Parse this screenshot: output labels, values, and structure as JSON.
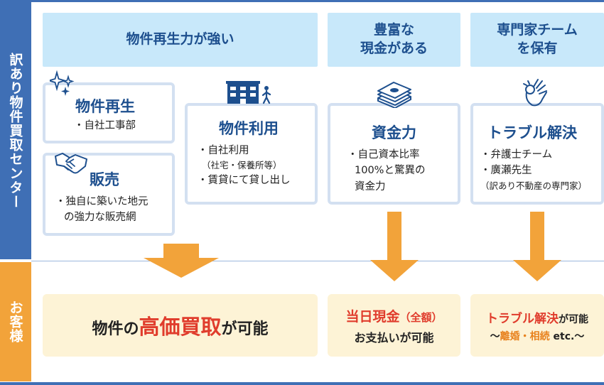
{
  "side": {
    "top_label": "訳あり物件買取センター",
    "bottom_label": "お客様"
  },
  "headers": {
    "property": "物件再生力が強い",
    "cash_line1": "豊富な",
    "cash_line2": "現金がある",
    "team_line1": "専門家チーム",
    "team_line2": "を保有"
  },
  "cards": {
    "regen": {
      "title": "物件再生",
      "items": [
        "・自社工事部"
      ]
    },
    "sales": {
      "title": "販売",
      "items": [
        "・独自に築いた地元",
        "の強力な販売網"
      ]
    },
    "use": {
      "title": "物件利用",
      "items": [
        "・自社利用",
        "（社宅・保養所等）",
        "・賃貸にて貸し出し"
      ]
    },
    "funds": {
      "title": "資金力",
      "items": [
        "・自己資本比率",
        "100%と驚異の",
        "資金力"
      ]
    },
    "trouble": {
      "title": "トラブル解決",
      "items": [
        "・弁護士チーム",
        "・廣瀬先生",
        "（訳あり不動産の専門家）"
      ]
    }
  },
  "results": {
    "buy": {
      "prefix": "物件の",
      "highlight": "高価買取",
      "suffix": "が可能"
    },
    "cash": {
      "highlight": "当日現金",
      "paren": "（全額）",
      "line2": "お支払いが可能"
    },
    "trouble": {
      "highlight": "トラブル解決",
      "suffix": "が可能",
      "line2_pre": "〜",
      "line2_hl": "離婚・相続",
      "line2_post": " etc.〜"
    }
  },
  "icons": [
    "sparkle-icon",
    "handshake-icon",
    "building-icon",
    "money-stack-icon",
    "ok-hand-icon"
  ],
  "colors": {
    "blue": "#3f6fb5",
    "title_blue": "#1d4f8e",
    "header_bg": "#c8e8fa",
    "orange": "#f2a33a",
    "result_bg": "#fdf3d6",
    "red": "#e03c2c"
  }
}
